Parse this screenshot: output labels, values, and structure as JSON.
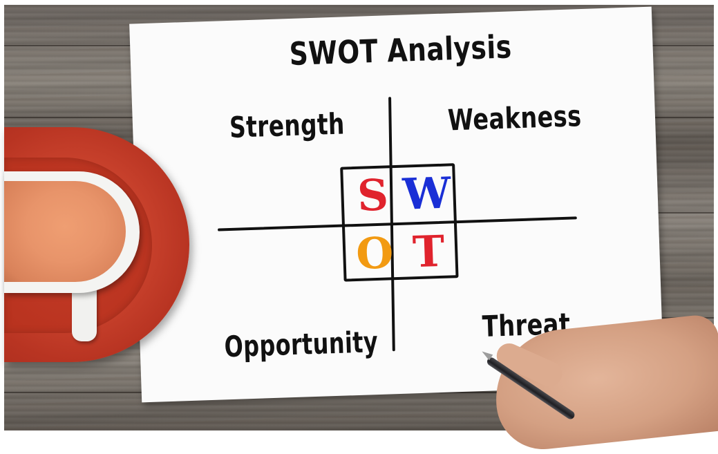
{
  "swot": {
    "title": "SWOT Analysis",
    "quadrants": {
      "strength": "Strength",
      "weakness": "Weakness",
      "opportunity": "Opportunity",
      "threat": "Threat"
    },
    "letters": {
      "s": "S",
      "w": "W",
      "o": "O",
      "t": "T"
    },
    "letter_colors": {
      "s": "#e0232d",
      "w": "#1a2fd6",
      "o": "#f29a12",
      "t": "#e0232d"
    }
  },
  "scene": {
    "objects": [
      "wooden-table",
      "paper-sheet",
      "coffee-cup",
      "red-saucer",
      "hand",
      "pen"
    ]
  }
}
